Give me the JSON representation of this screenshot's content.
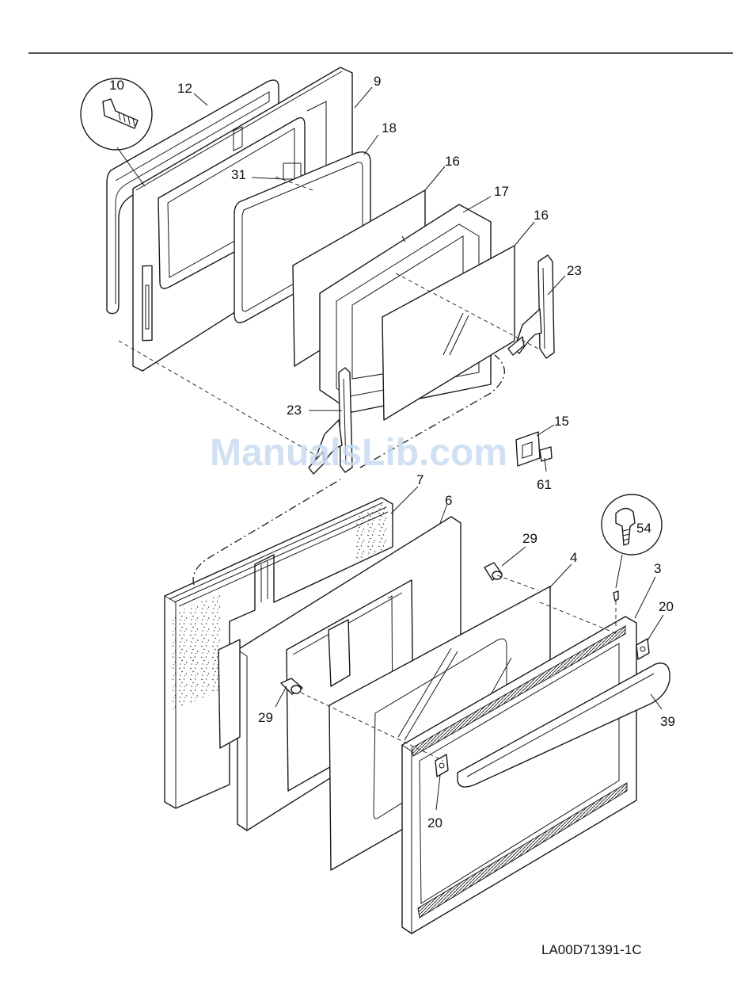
{
  "diagram": {
    "watermark": "ManualsLib.com",
    "drawing_code": "LA00D71391-1C",
    "callouts": {
      "c10": "10",
      "c12": "12",
      "c9": "9",
      "c18": "18",
      "c31": "31",
      "c16a": "16",
      "c17": "17",
      "c16b": "16",
      "c23a": "23",
      "c23b": "23",
      "c15": "15",
      "c61": "61",
      "c7": "7",
      "c6": "6",
      "c29a": "29",
      "c4": "4",
      "c54": "54",
      "c3": "3",
      "c20a": "20",
      "c29b": "29",
      "c39": "39",
      "c20b": "20"
    }
  }
}
